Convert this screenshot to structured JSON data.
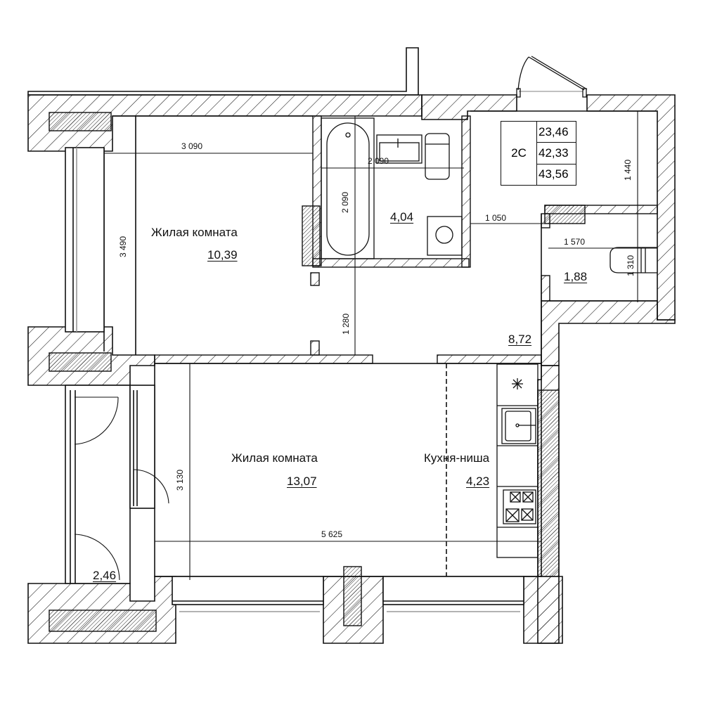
{
  "apartment": {
    "type_code": "2С",
    "areas": {
      "living_total": "23,46",
      "total": "42,33",
      "total_with_balcony": "43,56"
    }
  },
  "rooms": [
    {
      "id": "living-room-1",
      "name": "Жилая комната",
      "area": "10,39"
    },
    {
      "id": "bathroom",
      "name": "",
      "area": "4,04"
    },
    {
      "id": "toilet",
      "name": "",
      "area": "1,88"
    },
    {
      "id": "hallway",
      "name": "",
      "area": "8,72"
    },
    {
      "id": "living-room-2",
      "name": "Жилая комната",
      "area": "13,07"
    },
    {
      "id": "kitchen-niche",
      "name": "Кухня-ниша",
      "area": "4,23"
    },
    {
      "id": "balcony",
      "name": "",
      "area": "2,46"
    }
  ],
  "dimensions": {
    "room1_width": "3 090",
    "room1_height": "3 490",
    "bath_width": "2 090",
    "bath_height": "2 090",
    "hall_offset": "1 280",
    "corridor_width": "1 050",
    "entry_depth": "1 440",
    "toilet_width": "1 570",
    "toilet_height": "1 310",
    "room2_height": "3 130",
    "room2_width": "5 625"
  },
  "colors": {
    "line": "#111111",
    "hatch": "#111111",
    "grey_line": "#9a9a9a",
    "background": "#ffffff"
  }
}
